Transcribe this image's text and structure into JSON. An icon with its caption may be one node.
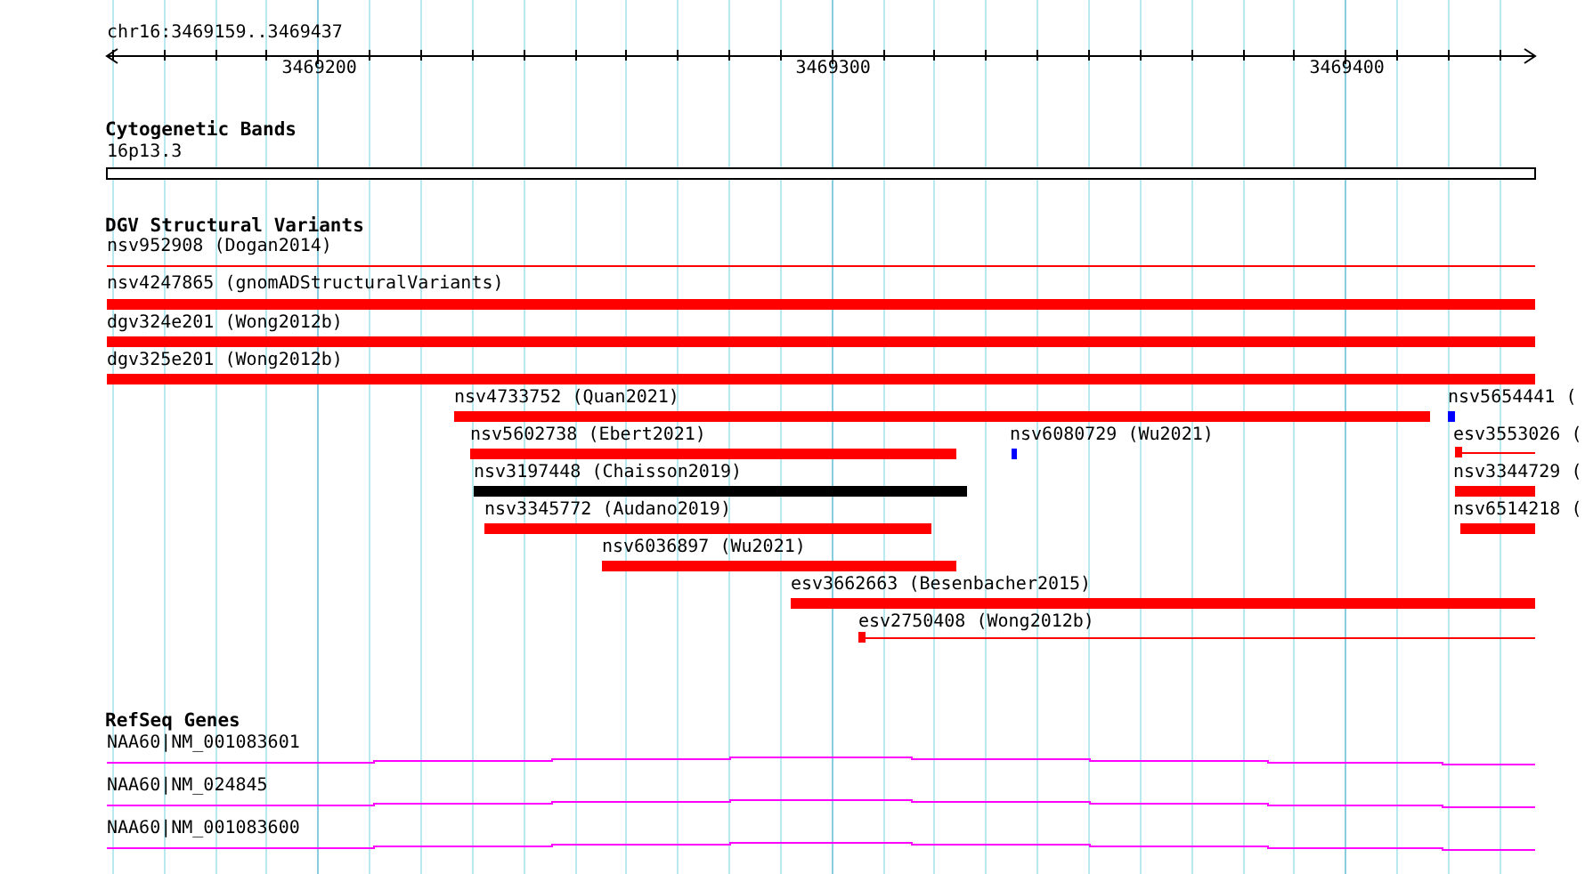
{
  "diagram": {
    "labels": [
      "chr16:3469159..3469437",
      "3469200",
      "3469300",
      "3469400",
      "Cytogenetic Bands",
      "16p13.3",
      "DGV Structural Variants",
      "nsv952908 (Dogan2014)",
      "nsv4247865 (gnomADStructuralVariants)",
      "dgv324e201 (Wong2012b)",
      "dgv325e201 (Wong2012b)",
      "nsv4733752 (Quan2021)",
      "nsv5654441 (",
      "nsv5602738 (Ebert2021)",
      "nsv6080729 (Wu2021)",
      "esv3553026 (",
      "nsv3197448 (Chaisson2019)",
      "nsv3344729 (",
      "nsv3345772 (Audano2019)",
      "nsv6514218 (",
      "nsv6036897 (Wu2021)",
      "esv3662663 (Besenbacher2015)",
      "esv2750408 (Wong2012b)",
      "RefSeq Genes",
      "NAA60|NM_001083601",
      "NAA60|NM_024845",
      "NAA60|NM_001083600"
    ]
  }
}
